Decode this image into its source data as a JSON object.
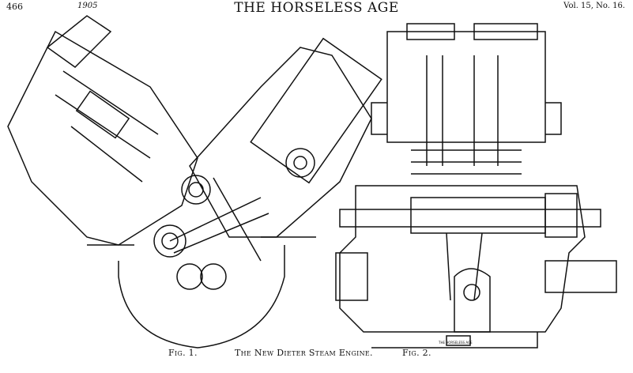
{
  "header": {
    "page_number": "466",
    "year": "1905",
    "title": "THE HORSELESS AGE",
    "volume": "Vol. 15, No. 16."
  },
  "caption": {
    "fig1": "Fig. 1.",
    "title": "The New Dieter Steam Engine.",
    "fig2": "Fig. 2."
  },
  "engraver_mark": "THE HORSELESS AGE"
}
